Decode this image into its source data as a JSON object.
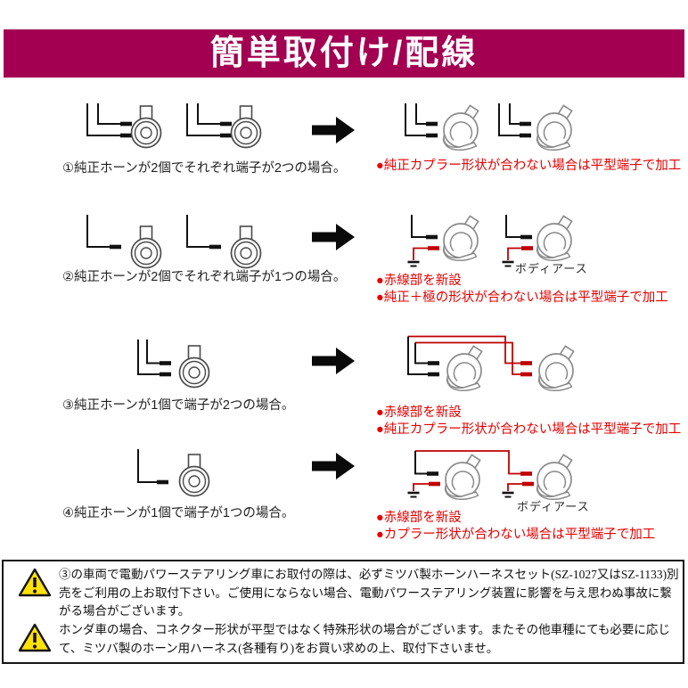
{
  "header": {
    "title": "簡単取付け/配線"
  },
  "colors": {
    "banner_bg": "#a30052",
    "note_red": "#e60000",
    "wire_red": "#c00000",
    "wire_black": "#111111",
    "warning_yellow": "#ffe10a"
  },
  "rows": [
    {
      "caption": "①純正ホーンが2個でそれぞれ端子が2つの場合。",
      "notes": [
        "●純正カプラー形状が合わない場合は平型端子で加工"
      ]
    },
    {
      "caption": "②純正ホーンが2個でそれぞれ端子が1つの場合。",
      "ground_label": "ボディアース",
      "notes": [
        "●赤線部を新設",
        "●純正＋極の形状が合わない場合は平型端子で加工"
      ]
    },
    {
      "caption": "③純正ホーンが1個で端子が2つの場合。",
      "notes": [
        "●赤線部を新設",
        "●純正カプラー形状が合わない場合は平型端子で加工"
      ]
    },
    {
      "caption": "④純正ホーンが1個で端子が1つの場合。",
      "ground_label": "ボディアース",
      "notes": [
        "●赤線部を新設",
        "●カプラー形状が合わない場合は平型端子で加工"
      ]
    }
  ],
  "warnings": [
    {
      "text": "③の車両で電動パワーステアリング車にお取付の際は、必ずミツバ製ホーンハーネスセット(SZ-1027又はSZ-1133)別売をご利用の上お取付下さい。ご使用にならない場合、電動パワーステアリング装置に影響を与え思わぬ事故に繋がる場合がございます。"
    },
    {
      "text": "ホンダ車の場合、コネクター形状が平型ではなく特殊形状の場合がございます。またその他車種にても必要に応じて、ミツバ製のホーン用ハーネス(各種有り)をお買い求めの上、取付下さいませ。"
    }
  ]
}
